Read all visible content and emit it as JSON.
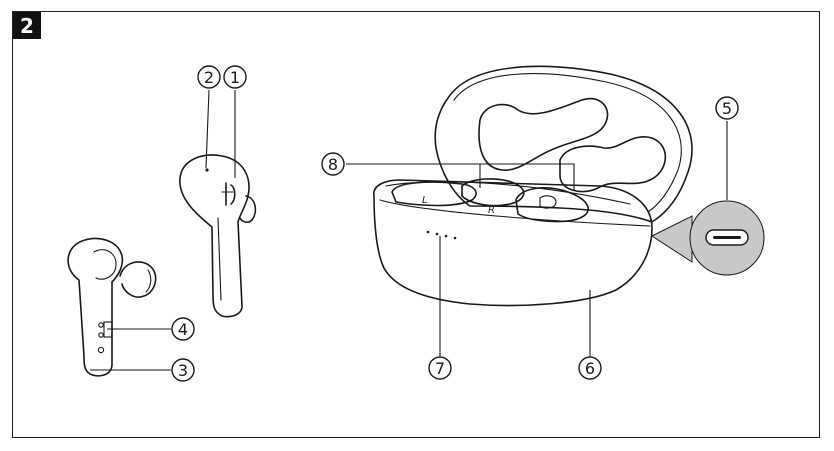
{
  "figure_number": "2",
  "earbud_letters": {
    "left": "L",
    "right": "R"
  },
  "callouts": [
    "①",
    "②",
    "③",
    "④",
    "⑤",
    "⑥",
    "⑦",
    "⑧"
  ],
  "colors": {
    "line": "#1a1a1a",
    "usb_zoom_bg": "#c8c8c8"
  },
  "icons": {
    "usb_port": "usb-c-port-icon"
  }
}
